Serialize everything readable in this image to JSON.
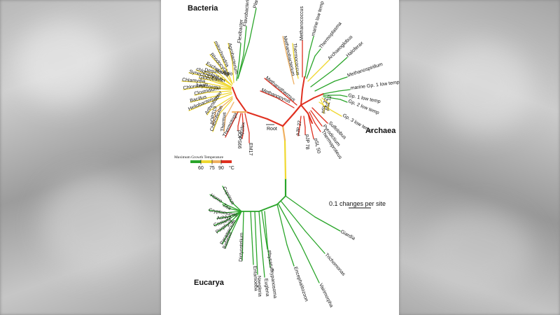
{
  "domains": {
    "bacteria": "Bacteria",
    "archaea": "Archaea",
    "eucarya": "Eucarya"
  },
  "root_label": "Root",
  "scale": {
    "prefix": "0.1 ",
    "underlined": "changes",
    "suffix": " per site"
  },
  "legend": {
    "title": "Maximum Growth Temperature",
    "ticks": [
      "60",
      "75",
      "90",
      "°C"
    ],
    "colors": {
      "green": "#2aa52a",
      "yellow": "#f0d830",
      "orange": "#f0b060",
      "red": "#e03020"
    }
  },
  "bacteria_taxa": [
    "Planctomyces",
    "Flavobacterium",
    "Flexibacter",
    "Agrobacterium",
    "mitochondria",
    "Rhodocyclus",
    "Escherichia",
    "Desulfovibrio",
    "chloroplast",
    "Synechococcus",
    "Gloeobacter",
    "Chlamydia",
    "Chlorobium",
    "Leptonema",
    "Clostridium",
    "Bacillus",
    "Heliobacterium",
    "Arthrobacter",
    "pOPS19",
    "Chloroflexus",
    "Thermus",
    "Thermotoga",
    "pOPS66",
    "Aquifex",
    "EM17"
  ],
  "archaea_taxa": [
    "Methanobacterium",
    "Thermococcus",
    "Methanococcus",
    "marine low temp",
    "Thermoplasma",
    "Archaeoglobus",
    "Haloferax",
    "Methanospirillum",
    "marine Gp. 1 low temp",
    "Gp. 1 low temp",
    "Gp. 2 low temp",
    "pSL 12",
    "pSL 22",
    "Gp. 3 low temp",
    "Sulfolobus",
    "Pyrodictium",
    "Thermoproteus",
    "pSL 50",
    "pJP 78",
    "pJP 27",
    "Methanothermus",
    "Methanopyrus"
  ],
  "eucarya_taxa": [
    "Coprinus",
    "Homo",
    "Zea",
    "Cryptomonas",
    "Achlya",
    "Costaria",
    "Porphyra",
    "Paramecium",
    "Babesia",
    "Dictyostelium",
    "Entamoeba",
    "Naegleria",
    "Euglena",
    "Physarum",
    "Trypanosoma",
    "Encephalitozoon",
    "Vairimorpha",
    "Trichomonas",
    "Giardia"
  ]
}
